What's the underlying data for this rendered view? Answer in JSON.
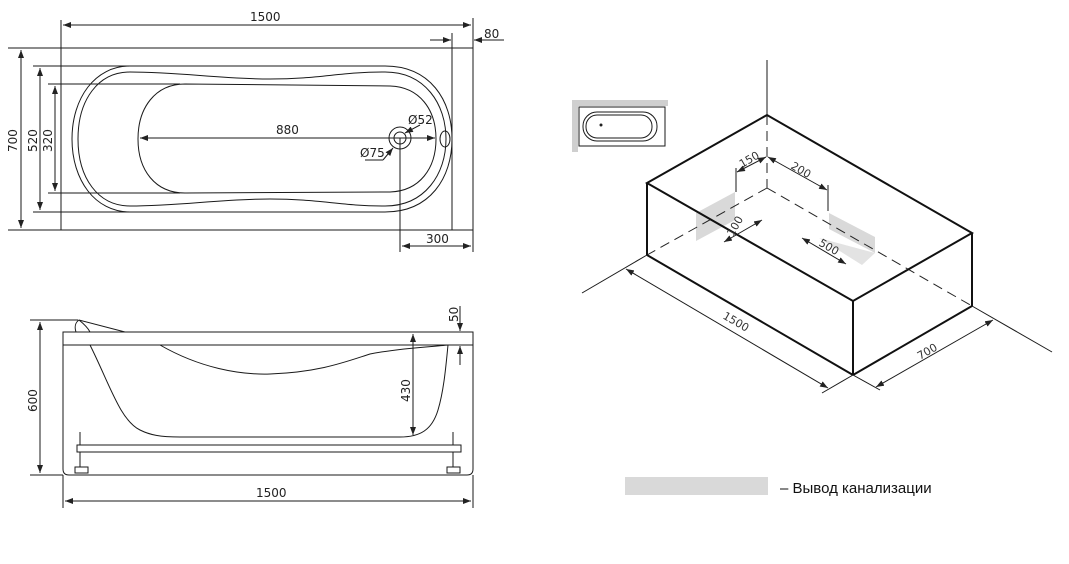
{
  "top_view": {
    "length": "1500",
    "overflow_offset": "80",
    "width": "700",
    "inner_width": "520",
    "basin_width": "320",
    "basin_length": "880",
    "drain_inner_diameter": "Ø52",
    "drain_outer_diameter": "Ø75",
    "drain_offset": "300"
  },
  "side_view": {
    "height": "600",
    "rim_height": "50",
    "depth": "430",
    "length": "1500"
  },
  "iso_view": {
    "dim_150": "150",
    "dim_200": "200",
    "dim_100": "100",
    "dim_500": "500",
    "length": "1500",
    "width": "700"
  },
  "legend": {
    "swatch_color": "#d9d9d9",
    "label": "–  Вывод канализации"
  }
}
